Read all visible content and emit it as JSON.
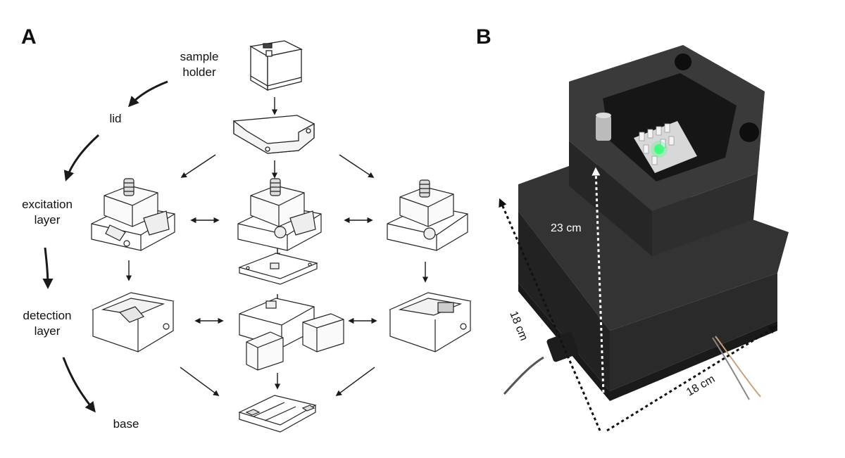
{
  "panels": {
    "a": "A",
    "b": "B"
  },
  "layers": {
    "sample_holder": "sample\nholder",
    "lid": "lid",
    "excitation": "excitation\nlayer",
    "detection": "detection\nlayer",
    "base": "base"
  },
  "dimensions": {
    "height": "23 cm",
    "width_left": "18 cm",
    "width_right": "18 cm"
  },
  "colors": {
    "line": "#1a1a1a",
    "device": "#2e2e2e",
    "led": "#3cff7a"
  }
}
